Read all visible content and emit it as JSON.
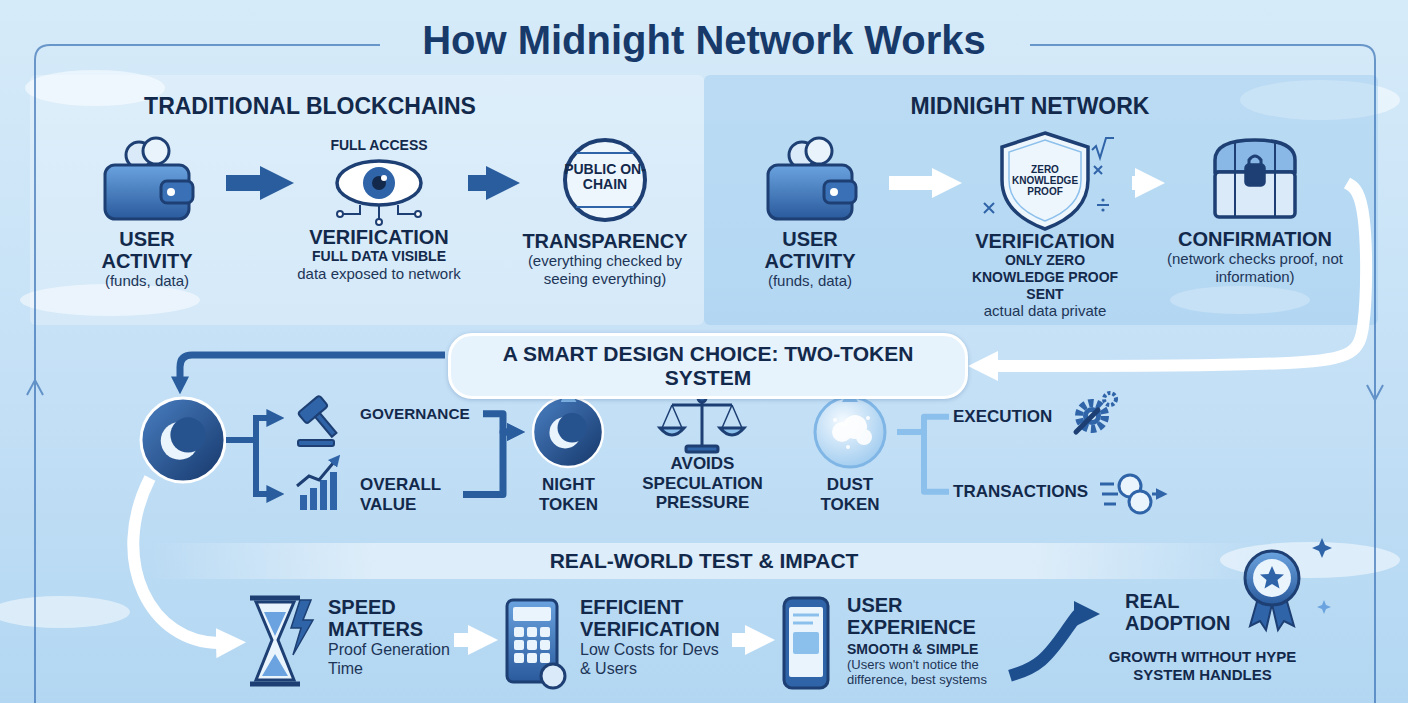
{
  "diagram": {
    "title": "How Midnight Network Works",
    "nodes": [
      {
        "text": [
          "TRADITIONAL BLOCKCHAINS"
        ]
      },
      {
        "text": [
          "USER ACTIVITY",
          "(funds, data)"
        ],
        "in": 0
      },
      {
        "text": [
          "FULL ACCESS",
          "VERIFICATION",
          "FULL DATA VISIBLE",
          "data exposed to network"
        ],
        "in": 0
      },
      {
        "text": [
          "PUBLIC ON-CHAIN",
          "TRANSPARENCY",
          "(everything checked by seeing everything)"
        ],
        "in": 0
      },
      {
        "text": [
          "MIDNIGHT NETWORK"
        ]
      },
      {
        "text": [
          "USER ACTIVITY",
          "(funds, data)"
        ],
        "in": 4
      },
      {
        "text": [
          "ZERO KNOWLEDGE PROOF",
          "VERIFICATION",
          "ONLY ZERO KNOWLEDGE PROOF SENT",
          "actual data private"
        ],
        "in": 4
      },
      {
        "text": [
          "CONFIRMATION",
          "(network checks proof, not information)"
        ],
        "in": 4
      },
      {
        "text": [
          "A SMART DESIGN CHOICE: TWO-TOKEN SYSTEM"
        ]
      },
      {
        "text": [
          "GOVERNANCE"
        ]
      },
      {
        "text": [
          "OVERALL VALUE"
        ]
      },
      {
        "text": [
          "NIGHT TOKEN"
        ]
      },
      {
        "text": [
          "AVOIDS SPECULATION PRESSURE"
        ]
      },
      {
        "text": [
          "DUST TOKEN"
        ]
      },
      {
        "text": [
          "EXECUTION"
        ]
      },
      {
        "text": [
          "TRANSACTIONS"
        ]
      },
      {
        "text": [
          "REAL-WORLD TEST & IMPACT"
        ]
      },
      {
        "text": [
          "SPEED MATTERS",
          "Proof Generation Time"
        ]
      },
      {
        "text": [
          "EFFICIENT VERIFICATION",
          "Low Costs for Devs & Users"
        ]
      },
      {
        "text": [
          "USER EXPERIENCE",
          "SMOOTH & SIMPLE",
          "(Users won't notice the difference, best systems"
        ]
      },
      {
        "text": [
          "REAL ADOPTION",
          "GROWTH WITHOUT HYPE SYSTEM HANDLES"
        ]
      }
    ],
    "edges": [
      {
        "from": 1,
        "to": 2,
        "arrow": "to"
      },
      {
        "from": 2,
        "to": 3,
        "arrow": "to"
      },
      {
        "from": 5,
        "to": 6,
        "arrow": "to"
      },
      {
        "from": 6,
        "to": 7,
        "arrow": "to"
      },
      {
        "from": 7,
        "to": 8,
        "arrow": "to"
      },
      {
        "from": 8,
        "to": 11,
        "arrow": "to"
      },
      {
        "from": 8,
        "to": 13,
        "arrow": "to"
      },
      {
        "from": 9,
        "to": 11,
        "arrow": "to"
      },
      {
        "from": 10,
        "to": 11,
        "arrow": "to"
      },
      {
        "from": 13,
        "to": 14,
        "arrow": "none"
      },
      {
        "from": 13,
        "to": 15,
        "arrow": "none"
      },
      {
        "from": 17,
        "to": 18,
        "arrow": "to"
      },
      {
        "from": 18,
        "to": 19,
        "arrow": "to"
      },
      {
        "from": 19,
        "to": 20,
        "arrow": "to"
      }
    ]
  }
}
